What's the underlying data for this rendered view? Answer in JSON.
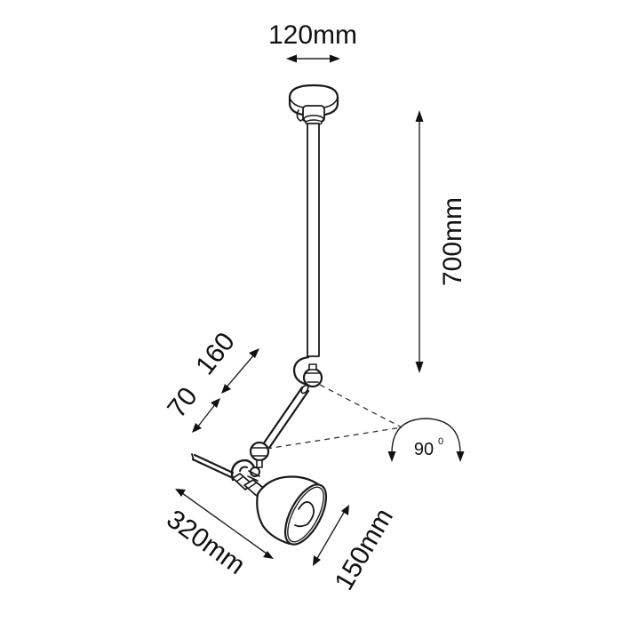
{
  "diagram": {
    "type": "product dimension drawing",
    "subject": "ceiling-mounted swing-arm spot lamp",
    "colors": {
      "background": "#ffffff",
      "line": "#1a1a1a",
      "text": "#111111"
    }
  },
  "dimensions": {
    "canopy_width": {
      "label": "120mm",
      "value": 120,
      "unit": "mm",
      "orientation": "horizontal"
    },
    "rod_length": {
      "label": "700mm",
      "value": 700,
      "unit": "mm",
      "orientation": "vertical"
    },
    "arm_segment_1": {
      "label": "70",
      "value": 70,
      "orientation": "diagonal"
    },
    "arm_segment_2": {
      "label": "160",
      "value": 160,
      "orientation": "diagonal"
    },
    "rotation_angle": {
      "value": "90",
      "unit_label": "0",
      "meaning": "90 degrees"
    },
    "head_length": {
      "label": "320mm",
      "value": 320,
      "unit": "mm",
      "orientation": "diagonal"
    },
    "shade_diameter": {
      "label": "150mm",
      "value": 150,
      "unit": "mm",
      "orientation": "diagonal"
    }
  },
  "components": [
    {
      "name": "ceiling canopy"
    },
    {
      "name": "drop rod"
    },
    {
      "name": "upper knuckle joint"
    },
    {
      "name": "swing arm"
    },
    {
      "name": "lower knuckle joint"
    },
    {
      "name": "adjustment handle"
    },
    {
      "name": "bell shade"
    }
  ]
}
